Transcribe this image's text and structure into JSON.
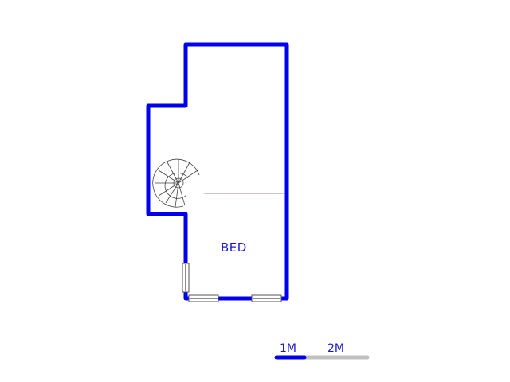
{
  "floorplan": {
    "rooms": [
      {
        "label": "BED"
      }
    ],
    "wall_color": "#0000ee",
    "divider_color": "#8080e0",
    "stair": {
      "type": "spiral-staircase"
    },
    "windows": [
      {
        "position": "left-wall-lower"
      },
      {
        "position": "bottom-wall-left"
      },
      {
        "position": "bottom-wall-right"
      }
    ]
  },
  "scale_bar": {
    "labels": [
      "1M",
      "2M"
    ],
    "primary_color": "#0000ee",
    "secondary_color": "#c0c0c0"
  }
}
